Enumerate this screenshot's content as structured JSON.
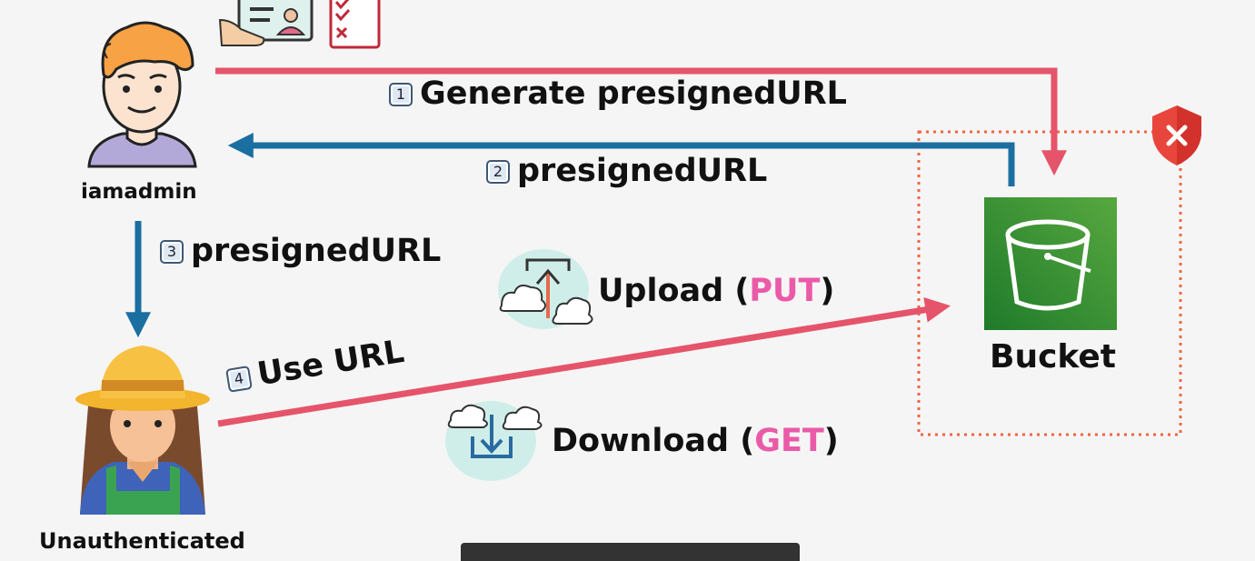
{
  "actors": {
    "admin": {
      "name": "iamadmin"
    },
    "user": {
      "name": "Unauthenticated"
    },
    "bucket": {
      "name": "Bucket"
    }
  },
  "steps": [
    {
      "number": "1",
      "label": "Generate presignedURL"
    },
    {
      "number": "2",
      "label": "presignedURL"
    },
    {
      "number": "3",
      "label": "presignedURL"
    },
    {
      "number": "4",
      "label": "Use URL"
    }
  ],
  "operations": {
    "upload": {
      "label": "Upload",
      "method": "PUT"
    },
    "download": {
      "label": "Download",
      "method": "GET"
    }
  },
  "colors": {
    "pink_arrow": "#e5546a",
    "blue_arrow": "#1b6ea0",
    "bucket_green": "#2e8a34",
    "dotted_boundary": "#ee6644",
    "method_pink": "#ea5aa8"
  },
  "icons": {
    "admin": "person-orange-hair-icon",
    "user": "farmer-woman-icon",
    "bucket": "s3-bucket-icon",
    "shield": "shield-x-icon",
    "id_card": "id-card-icon",
    "checklist": "checklist-icon",
    "upload": "cloud-upload-icon",
    "download": "cloud-download-icon"
  }
}
